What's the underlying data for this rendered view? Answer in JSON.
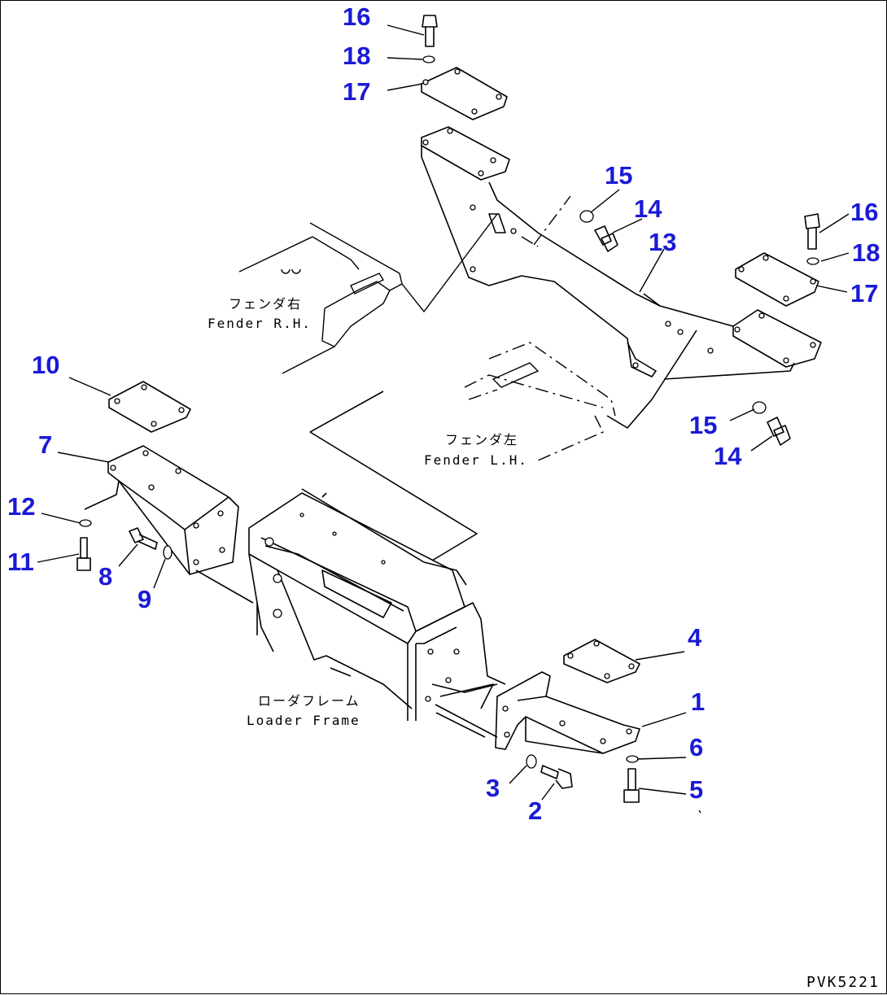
{
  "diagram": {
    "part_callouts": [
      {
        "id": "c1",
        "text": "1"
      },
      {
        "id": "c2",
        "text": "2"
      },
      {
        "id": "c3",
        "text": "3"
      },
      {
        "id": "c4",
        "text": "4"
      },
      {
        "id": "c5",
        "text": "5"
      },
      {
        "id": "c6",
        "text": "6"
      },
      {
        "id": "c7",
        "text": "7"
      },
      {
        "id": "c8",
        "text": "8"
      },
      {
        "id": "c9",
        "text": "9"
      },
      {
        "id": "c10",
        "text": "10"
      },
      {
        "id": "c11",
        "text": "11"
      },
      {
        "id": "c12",
        "text": "12"
      },
      {
        "id": "c13",
        "text": "13"
      },
      {
        "id": "c14a",
        "text": "14"
      },
      {
        "id": "c14b",
        "text": "14"
      },
      {
        "id": "c15a",
        "text": "15"
      },
      {
        "id": "c15b",
        "text": "15"
      },
      {
        "id": "c16a",
        "text": "16"
      },
      {
        "id": "c16b",
        "text": "16"
      },
      {
        "id": "c17a",
        "text": "17"
      },
      {
        "id": "c17b",
        "text": "17"
      },
      {
        "id": "c18a",
        "text": "18"
      },
      {
        "id": "c18b",
        "text": "18"
      }
    ],
    "labels": {
      "fender_rh_jp": "フェンダ右",
      "fender_rh_en": "Fender R.H.",
      "fender_lh_jp": "フェンダ左",
      "fender_lh_en": "Fender L.H.",
      "loader_frame_jp": "ローダフレーム",
      "loader_frame_en": "Loader Frame"
    },
    "drawing_code": "PVK5221",
    "callout_color": "#1a1ad6",
    "line_color": "#000000"
  }
}
